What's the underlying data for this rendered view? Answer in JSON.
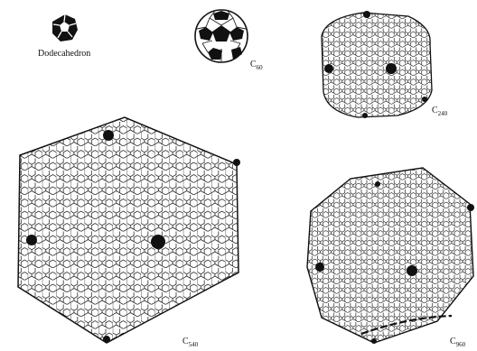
{
  "molecules": [
    {
      "id": "dodecahedron",
      "label": "Dodecahedron",
      "sub": ""
    },
    {
      "id": "c60",
      "label": "C",
      "sub": "60"
    },
    {
      "id": "c240",
      "label": "C",
      "sub": "240"
    },
    {
      "id": "c540",
      "label": "C",
      "sub": "540"
    },
    {
      "id": "c960",
      "label": "C",
      "sub": "960"
    }
  ],
  "colors": {
    "ink": "#111111",
    "background": "#ffffff",
    "pentagon": "#111111"
  }
}
